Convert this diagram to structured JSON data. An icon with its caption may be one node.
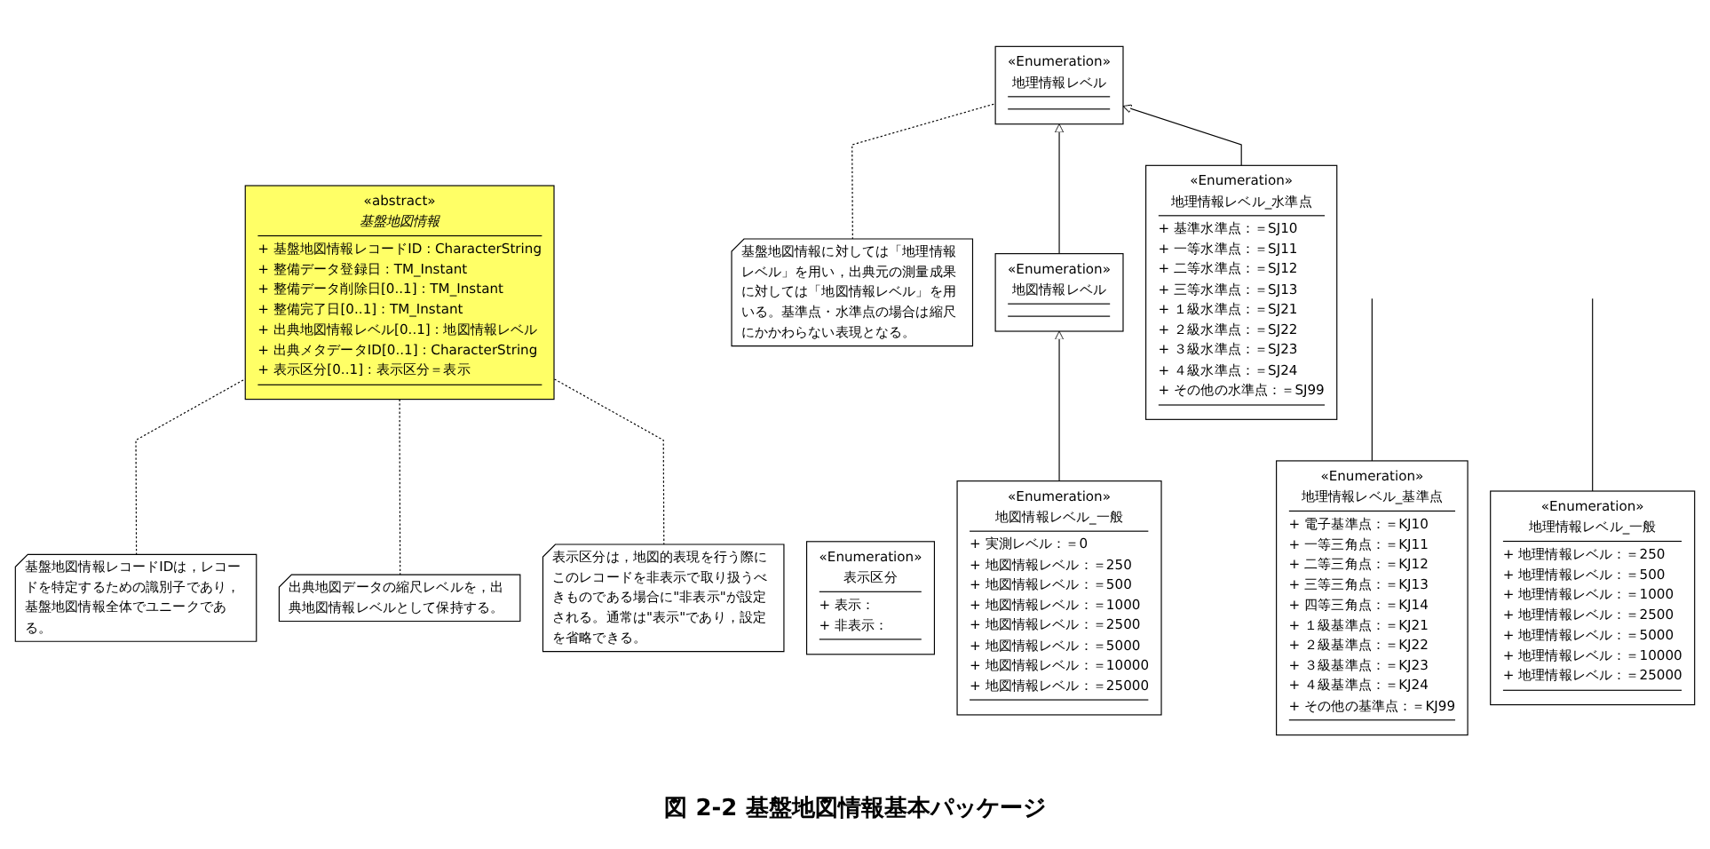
{
  "diagram": {
    "caption": "図 2-2 基盤地図情報基本パッケージ",
    "nodes": [
      {
        "text": [
          "基盤地図情報レコードIDは，レコードを特定するための識別子であり，基盤地図情報全体でユニークである。"
        ]
      },
      {
        "text": [
          "«abstract»",
          "基盤地図情報",
          "+ 基盤地図情報レコードID : CharacterString",
          "+ 整備データ登録日 : TM_Instant",
          "+ 整備データ削除日[0..1] : TM_Instant",
          "+ 整備完了日[0..1] : TM_Instant",
          "+ 出典地図情報レベル[0..1] : 地図情報レベル",
          "+ 出典メタデータID[0..1] : CharacterString",
          "+ 表示区分[0..1] : 表示区分＝表示"
        ]
      },
      {
        "text": [
          "出典地図データの縮尺レベルを，出典地図情報レベルとして保持する。"
        ]
      },
      {
        "text": [
          "表示区分は，地図的表現を行う際にこのレコードを非表示で取り扱うべきものである場合に\"非表示\"が設定される。通常は\"表示\"であり，設定を省略できる。"
        ]
      },
      {
        "text": [
          "基盤地図情報に対しては「地理情報レベル」を用い，出典元の測量成果に対しては「地図情報レベル」を用いる。基準点・水準点の場合は縮尺にかかわらない表現となる。"
        ]
      },
      {
        "text": [
          "«Enumeration»",
          "地図情報レベル"
        ]
      },
      {
        "text": [
          "«Enumeration»",
          "地理情報レベル"
        ]
      },
      {
        "text": [
          "«Enumeration»",
          "表示区分",
          "+ 表示：",
          "+ 非表示："
        ]
      },
      {
        "text": [
          "«Enumeration»",
          "地図情報レベル_一般",
          "+ 実測レベル：＝0",
          "+ 地図情報レベル：＝250",
          "+ 地図情報レベル：＝500",
          "+ 地図情報レベル：＝1000",
          "+ 地図情報レベル：＝2500",
          "+ 地図情報レベル：＝5000",
          "+ 地図情報レベル：＝10000",
          "+ 地図情報レベル：＝25000"
        ]
      },
      {
        "text": [
          "«Enumeration»",
          "地理情報レベル_基準点",
          "+ 電子基準点：＝KJ10",
          "+ 一等三角点：＝KJ11",
          "+ 二等三角点：＝KJ12",
          "+ 三等三角点：＝KJ13",
          "+ 四等三角点：＝KJ14",
          "+ １級基準点：＝KJ21",
          "+ ２級基準点：＝KJ22",
          "+ ３級基準点：＝KJ23",
          "+ ４級基準点：＝KJ24",
          "+ その他の基準点：＝KJ99"
        ]
      },
      {
        "text": [
          "«Enumeration»",
          "地理情報レベル_水準点",
          "+ 基準水準点：＝SJ10",
          "+ 一等水準点：＝SJ11",
          "+ 二等水準点：＝SJ12",
          "+ 三等水準点：＝SJ13",
          "+ １級水準点：＝SJ21",
          "+ ２級水準点：＝SJ22",
          "+ ３級水準点：＝SJ23",
          "+ ４級水準点：＝SJ24",
          "+ その他の水準点：＝SJ99"
        ]
      },
      {
        "text": [
          "«Enumeration»",
          "地理情報レベル_一般",
          "+ 地理情報レベル：＝250",
          "+ 地理情報レベル：＝500",
          "+ 地理情報レベル：＝1000",
          "+ 地理情報レベル：＝2500",
          "+ 地理情報レベル：＝5000",
          "+ 地理情報レベル：＝10000",
          "+ 地理情報レベル：＝25000"
        ]
      }
    ],
    "edges": [
      {
        "from": 0,
        "to": 1,
        "arrow": "none",
        "style": "dashed"
      },
      {
        "from": 2,
        "to": 1,
        "arrow": "none",
        "style": "dashed"
      },
      {
        "from": 3,
        "to": 1,
        "arrow": "none",
        "style": "dashed"
      },
      {
        "from": 4,
        "to": 6,
        "arrow": "none",
        "style": "dashed"
      },
      {
        "from": 5,
        "to": 6,
        "arrow": "to"
      },
      {
        "from": 8,
        "to": 5,
        "arrow": "to"
      },
      {
        "from": 9,
        "to": null,
        "arrow": "none"
      },
      {
        "from": 10,
        "to": 6,
        "arrow": "to"
      },
      {
        "from": 11,
        "to": null,
        "arrow": "none"
      }
    ]
  }
}
